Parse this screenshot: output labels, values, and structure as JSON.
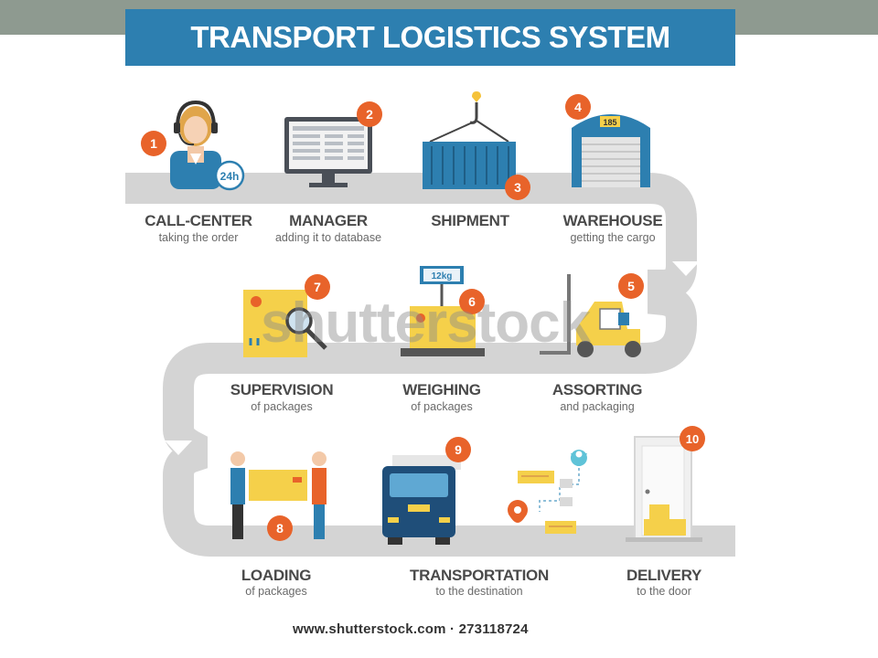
{
  "title": "TRANSPORT LOGISTICS SYSTEM",
  "watermark": "shutterstock",
  "footer": "www.shutterstock.com · 273118724",
  "steps": [
    {
      "num": "1",
      "title": "CALL-CENTER",
      "sub": "taking the order",
      "icon": "call-center-operator-icon"
    },
    {
      "num": "2",
      "title": "MANAGER",
      "sub": "adding it to database",
      "icon": "monitor-database-icon"
    },
    {
      "num": "3",
      "title": "SHIPMENT",
      "sub": "",
      "icon": "container-crane-icon"
    },
    {
      "num": "4",
      "title": "WAREHOUSE",
      "sub": "getting the cargo",
      "icon": "warehouse-icon"
    },
    {
      "num": "5",
      "title": "ASSORTING",
      "sub": "and packaging",
      "icon": "forklift-icon"
    },
    {
      "num": "6",
      "title": "WEIGHING",
      "sub": "of packages",
      "icon": "scale-icon"
    },
    {
      "num": "7",
      "title": "SUPERVISION",
      "sub": "of packages",
      "icon": "magnifier-package-icon"
    },
    {
      "num": "8",
      "title": "LOADING",
      "sub": "of packages",
      "icon": "people-carrying-box-icon"
    },
    {
      "num": "9",
      "title": "TRANSPORTATION",
      "sub": "to the destination",
      "icon": "truck-icon"
    },
    {
      "num": "10",
      "title": "DELIVERY",
      "sub": "to the door",
      "icon": "door-packages-icon"
    }
  ],
  "labels": {
    "badge_24h": "24h",
    "warehouse_number": "185",
    "scale_weight": "12kg"
  },
  "colors": {
    "header": "#2d7fb0",
    "badge": "#e8632a",
    "road": "#d2d2d2",
    "box": "#f5d04a",
    "navy": "#1f4e79"
  }
}
